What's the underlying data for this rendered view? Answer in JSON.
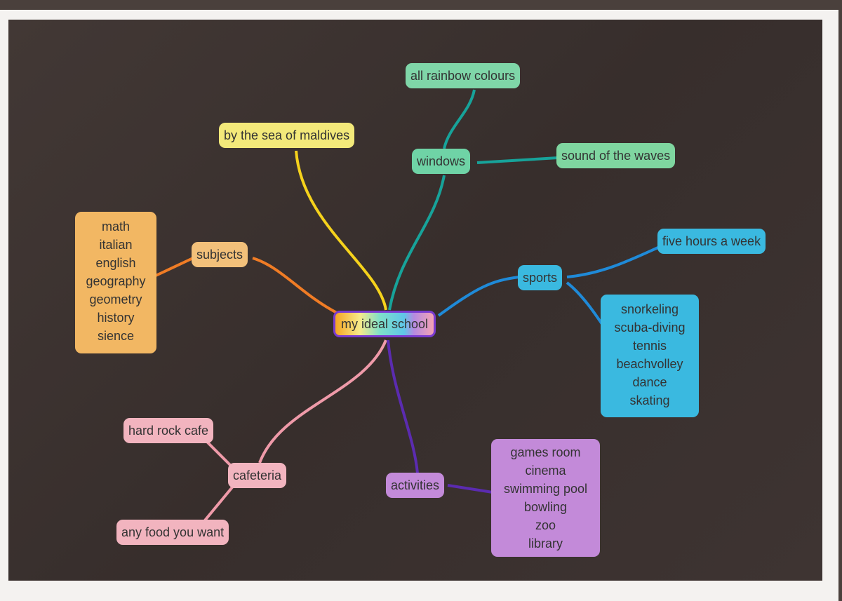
{
  "title": "my ideal school",
  "colors": {
    "yellow": "#f3e97a",
    "orange": "#f2b763",
    "teal": "#6fd3a6",
    "blue": "#3ab9e0",
    "purple": "#c38ad9",
    "pink": "#f2b4bf"
  },
  "nodes": {
    "center": "my ideal school",
    "sea": "by the sea of maldives",
    "windows": "windows",
    "rainbow": "all rainbow colours",
    "waves": "sound of the waves",
    "subjects": "subjects",
    "subject_list": [
      "math",
      "italian",
      "english",
      "geography",
      "geometry",
      "history",
      "sience"
    ],
    "sports": "sports",
    "hours": "five hours a week",
    "sport_list": [
      "snorkeling",
      "scuba-diving",
      "tennis",
      "beachvolley",
      "dance",
      "skating"
    ],
    "cafeteria": "cafeteria",
    "hardrock": "hard rock cafe",
    "food": "any food you want",
    "activities": "activities",
    "activity_list": [
      "games room",
      "cinema",
      "swimming pool",
      "bowling",
      "zoo",
      "library"
    ]
  }
}
